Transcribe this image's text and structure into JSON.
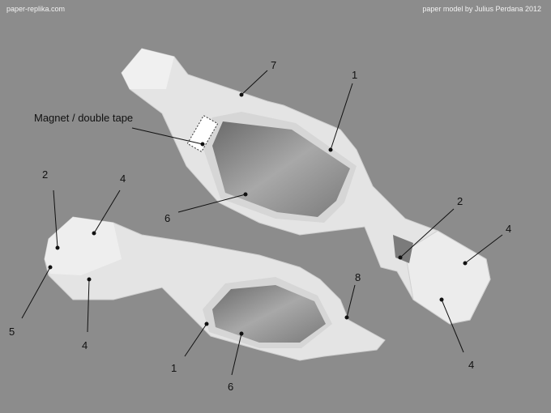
{
  "header": {
    "site": "paper-replika.com",
    "credit": "paper model by Julius Perdana 2012"
  },
  "callouts": {
    "magnet": "Magnet / double tape",
    "top_7": "7",
    "top_1": "1",
    "top_6": "6",
    "right_2": "2",
    "right_4a": "4",
    "right_4b": "4",
    "left_2": "2",
    "left_4a": "4",
    "left_5": "5",
    "left_4b": "4",
    "bottom_8": "8",
    "bottom_1": "1",
    "bottom_6": "6"
  }
}
